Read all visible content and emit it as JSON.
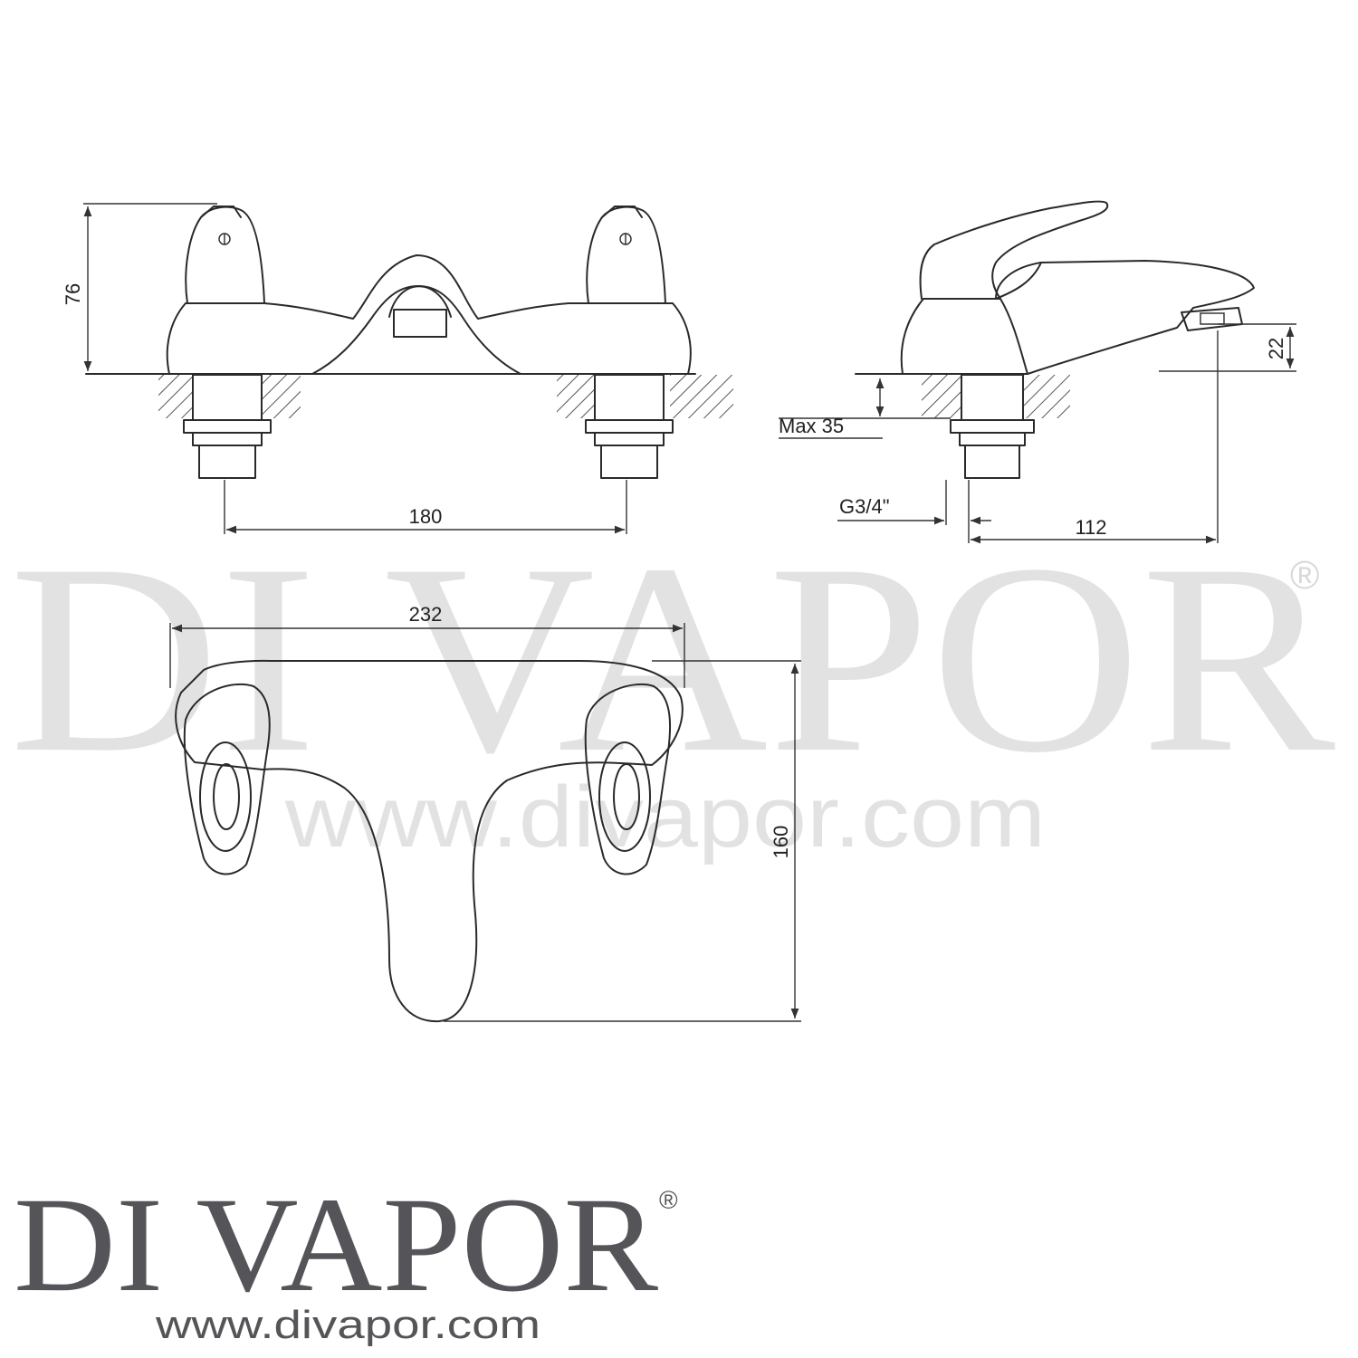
{
  "watermark": {
    "brand": "DI VAPOR",
    "registered": "®",
    "url": "www.divapor.com"
  },
  "dimensions": {
    "height_front": "76",
    "valve_spacing": "180",
    "max_deck": "Max 35",
    "thread": "G3/4\"",
    "projection": "112",
    "spout_height": "22",
    "overall_width": "232",
    "overall_depth": "160"
  },
  "logo": {
    "brand": "DI VAPOR",
    "registered": "®",
    "url": "www.divapor.com"
  },
  "colors": {
    "line": "#2a2a2a",
    "watermark": "#bfbfbf",
    "logo": "#555559"
  }
}
